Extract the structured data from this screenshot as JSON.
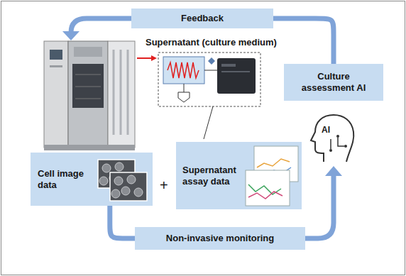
{
  "diagram": {
    "nodes": [
      {
        "text": [
          "Feedback"
        ]
      },
      {
        "text": [
          "Culture assessment AI"
        ]
      },
      {
        "text": [
          "Cell image data"
        ]
      },
      {
        "text": [
          "Supernatant assay data"
        ]
      },
      {
        "text": [
          "Non-invasive monitoring"
        ]
      }
    ],
    "edges": [
      {
        "from": 1,
        "to": 0,
        "arrow": "none"
      },
      {
        "from": 2,
        "to": 4,
        "arrow": "none"
      }
    ],
    "labels": [
      "Supernatant (culture medium)",
      "+",
      "AI"
    ]
  }
}
